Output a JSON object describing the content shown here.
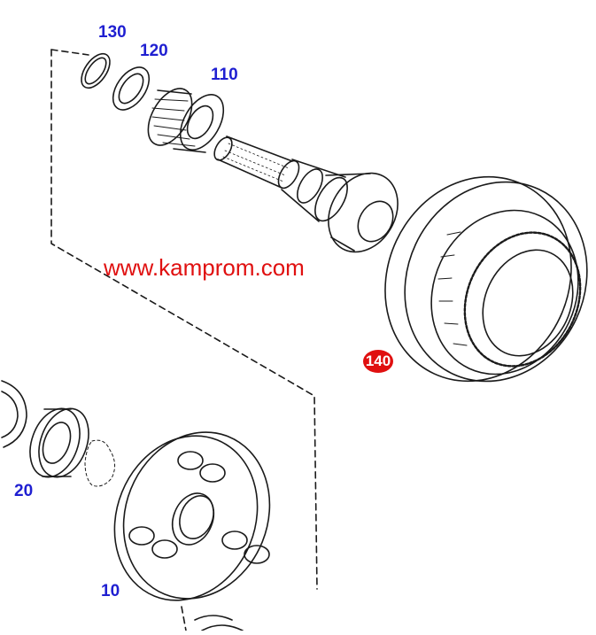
{
  "diagram": {
    "watermark": "www.kamprom.com",
    "parts": [
      {
        "id": "130",
        "label": "130"
      },
      {
        "id": "120",
        "label": "120"
      },
      {
        "id": "110",
        "label": "110"
      },
      {
        "id": "20",
        "label": "20"
      },
      {
        "id": "10",
        "label": "10"
      }
    ],
    "highlighted_part": {
      "label": "140"
    }
  },
  "colors": {
    "label": "#1f1fd1",
    "watermark": "#e01010",
    "badge": "#e01010",
    "line": "#1a1a1a"
  },
  "icons": [
    "retaining-ring-icon",
    "thrust-washer-icon",
    "gear-icon",
    "pinion-shaft-icon",
    "ring-gear-icon",
    "ball-bearing-icon",
    "planet-carrier-icon"
  ]
}
